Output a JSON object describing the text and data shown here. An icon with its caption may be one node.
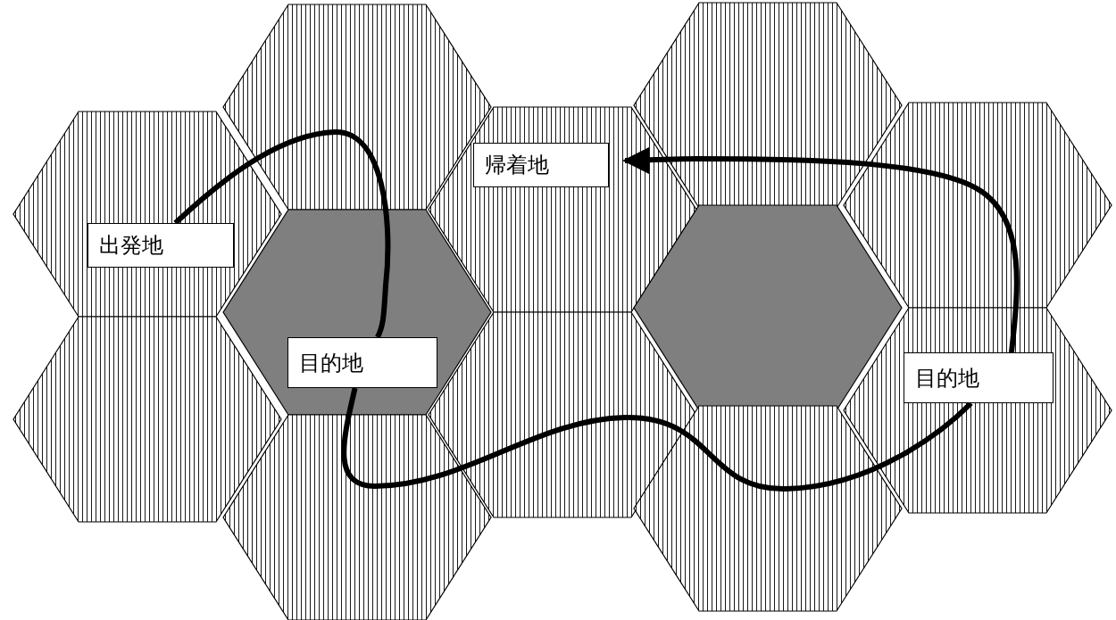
{
  "diagram": {
    "nodes": [
      {
        "text": [
          "帰着地"
        ]
      },
      {
        "text": [
          "出発地"
        ]
      },
      {
        "text": [
          "目的地"
        ]
      },
      {
        "text": [
          "目的地"
        ]
      }
    ],
    "edges": [
      {
        "from": 1,
        "to": 2,
        "arrow": "none"
      },
      {
        "from": 2,
        "to": 3,
        "arrow": "none"
      },
      {
        "from": 3,
        "to": 0,
        "arrow": "to"
      }
    ]
  }
}
